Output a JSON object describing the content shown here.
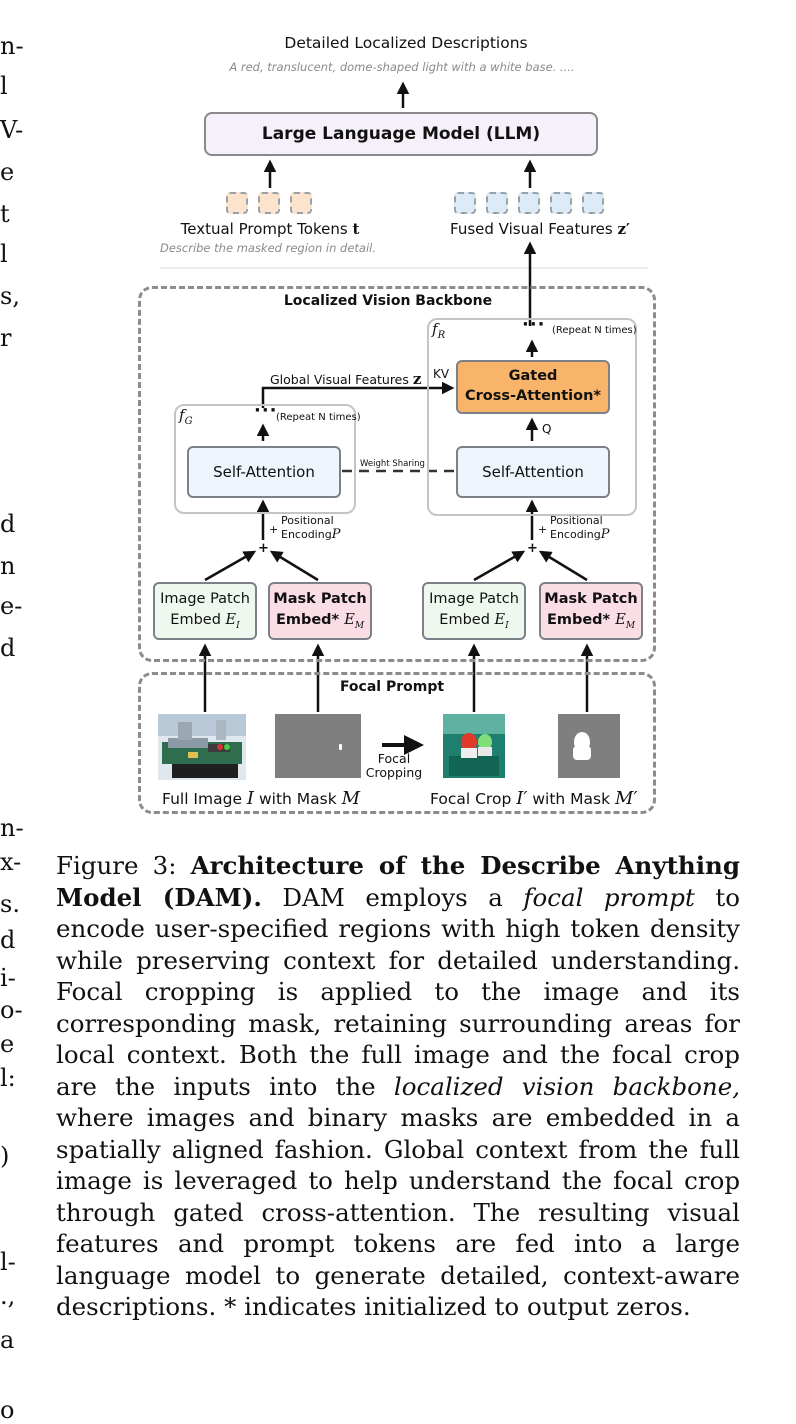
{
  "left_margin_fragments": [
    "n-",
    "l",
    "V-",
    "e",
    "t",
    "l",
    "s,",
    "r",
    "d",
    "n",
    "e-",
    "d",
    "n-",
    "x-",
    "s.",
    "d",
    "i-",
    "o-",
    "e",
    "l:",
    ")",
    "l-",
    ".,",
    "a",
    "o"
  ],
  "figure": {
    "output_title": "Detailed Localized Descriptions",
    "output_example": "A red, translucent, dome-shaped light with a white base. ....",
    "llm_label": "Large Language Model (LLM)",
    "textual_tokens_label": "Textual Prompt Tokens",
    "textual_tokens_symbol": "t",
    "textual_prompt_example": "Describe the masked region in detail.",
    "fused_features_label": "Fused Visual Features",
    "fused_features_symbol": "z′",
    "backbone_title": "Localized Vision Backbone",
    "fg_label": "f",
    "fg_sub": "G",
    "fr_label": "f",
    "fr_sub": "R",
    "repeat_left": "(Repeat N times)",
    "repeat_right": "(Repeat N times)",
    "global_features_label": "Global Visual Features",
    "global_features_symbol": "z",
    "kv_label": "KV",
    "q_label": "Q",
    "gca_line1": "Gated",
    "gca_line2": "Cross-Attention*",
    "self_attention_left": "Self-Attention",
    "self_attention_right": "Self-Attention",
    "weight_sharing": "Weight Sharing",
    "plus": "+",
    "positional_line1": "Positional",
    "positional_line2": "Encoding",
    "positional_symbol": "P",
    "image_patch_line1": "Image Patch",
    "image_patch_line2": "Embed",
    "image_patch_symbol": "E",
    "image_patch_sub": "I",
    "mask_patch_line1": "Mask Patch",
    "mask_patch_line2": "Embed*",
    "mask_patch_symbol": "E",
    "mask_patch_sub": "M",
    "focal_prompt_title": "Focal Prompt",
    "focal_cropping_line1": "Focal",
    "focal_cropping_line2": "Cropping",
    "full_image_text1": "Full Image",
    "full_image_sym1": "I",
    "full_image_text2": "with Mask",
    "full_image_sym2": "M",
    "focal_crop_text1": "Focal Crop",
    "focal_crop_sym1": "I′",
    "focal_crop_text2": "with Mask",
    "focal_crop_sym2": "M′"
  },
  "caption": {
    "label": "Figure 3:",
    "bold_title": "Architecture of the Describe Anything Model (DAM).",
    "seg1": "DAM employs a",
    "em1": "focal prompt",
    "seg2": "to encode user-specified regions with high token density while preserving context for detailed understanding. Focal cropping is applied to the image and its corresponding mask, retaining surrounding areas for local context. Both the full image and the focal crop are the inputs into the",
    "em2": "localized vision backbone,",
    "seg3": "where images and binary masks are embedded in a spatially aligned fashion. Global context from the full image is leveraged to help understand the focal crop through gated cross-attention. The resulting visual features and prompt tokens are fed into a large language model to generate detailed, context-aware descriptions. * indicates initialized to output zeros."
  }
}
